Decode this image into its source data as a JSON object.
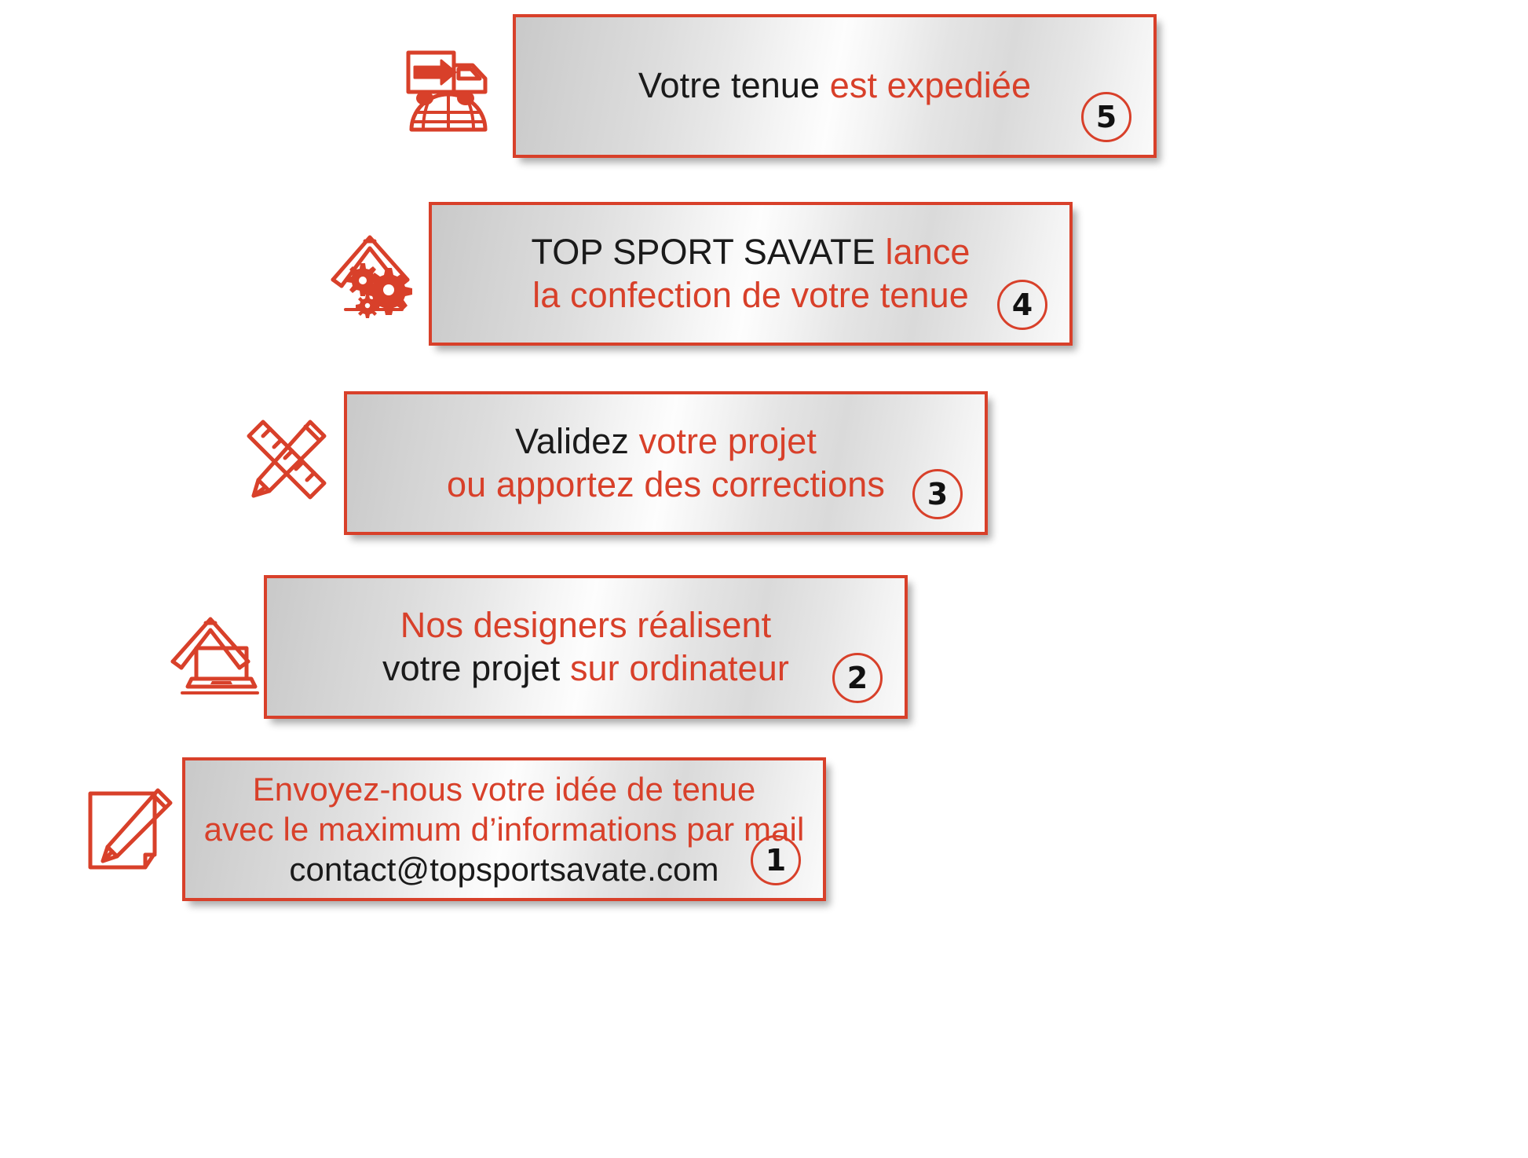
{
  "theme": {
    "accent_red": "#d8402a",
    "text_black": "#1a1a1a",
    "panel_border": "#d8402a",
    "background": "#ffffff"
  },
  "steps": [
    {
      "number": "5",
      "icon": "delivery-truck-globe-icon",
      "lines": [
        [
          {
            "text": "Votre tenue ",
            "color": "black"
          },
          {
            "text": "est expediée",
            "color": "red"
          }
        ]
      ]
    },
    {
      "number": "4",
      "icon": "roof-gears-icon",
      "lines": [
        [
          {
            "text": "TOP SPORT SAVATE ",
            "color": "black"
          },
          {
            "text": "lance",
            "color": "red"
          }
        ],
        [
          {
            "text": "la confection de votre tenue",
            "color": "red"
          }
        ]
      ]
    },
    {
      "number": "3",
      "icon": "ruler-pencil-icon",
      "lines": [
        [
          {
            "text": "Validez ",
            "color": "black"
          },
          {
            "text": "votre projet",
            "color": "red"
          }
        ],
        [
          {
            "text": "ou apportez des corrections",
            "color": "red"
          }
        ]
      ]
    },
    {
      "number": "2",
      "icon": "roof-laptop-icon",
      "lines": [
        [
          {
            "text": "Nos designers réalisent",
            "color": "red"
          }
        ],
        [
          {
            "text": "votre projet ",
            "color": "black"
          },
          {
            "text": "sur ordinateur",
            "color": "red"
          }
        ]
      ]
    },
    {
      "number": "1",
      "icon": "page-pencil-icon",
      "lines": [
        [
          {
            "text": "Envoyez-nous votre idée de tenue",
            "color": "red"
          }
        ],
        [
          {
            "text": "avec le maximum d’informations par mail",
            "color": "red"
          }
        ],
        [
          {
            "text": "contact@topsportsavate.com",
            "color": "black"
          }
        ]
      ]
    }
  ]
}
